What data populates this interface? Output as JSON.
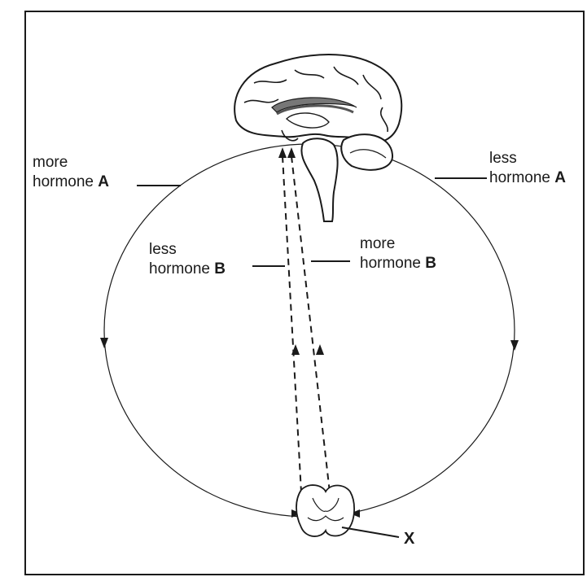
{
  "labels": {
    "more_a_line1": "more",
    "more_a_line2": "hormone",
    "more_a_letter": "A",
    "less_a_line1": "less",
    "less_a_line2": "hormone",
    "less_a_letter": "A",
    "less_b_line1": "less",
    "less_b_line2": "hormone",
    "less_b_letter": "B",
    "more_b_line1": "more",
    "more_b_line2": "hormone",
    "more_b_letter": "B",
    "gland": "X"
  },
  "colors": {
    "line": "#1a1a1a",
    "background": "#ffffff"
  }
}
